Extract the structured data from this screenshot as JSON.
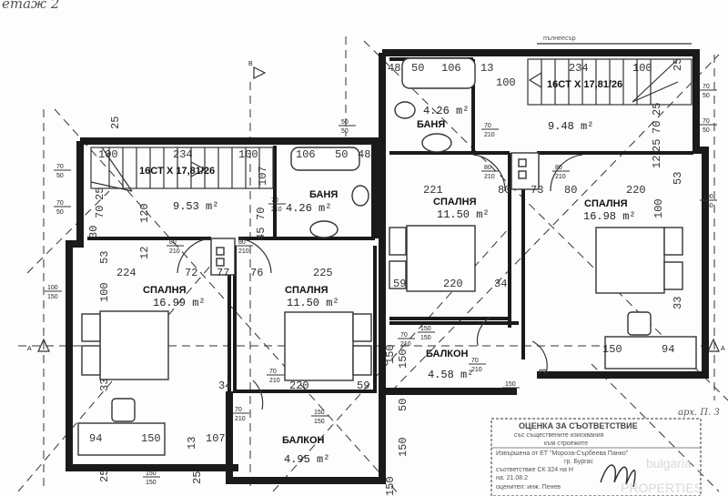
{
  "header": {
    "handwritten_title": "етаж 2",
    "top_note": "пълнеесър",
    "signature_note": "арх. П. З"
  },
  "section_marks": {
    "left": "A",
    "right": "A",
    "top": "B"
  },
  "left_unit": {
    "stair": {
      "label": "16CT X 17,81/26",
      "area": "9.53 m²"
    },
    "bath": {
      "label": "БАНЯ",
      "area": "4.26 m²"
    },
    "bedroom_large": {
      "label": "СПАЛНЯ",
      "area": "16.99 m²"
    },
    "bedroom_small": {
      "label": "СПАЛНЯ",
      "area": "11.50 m²"
    },
    "balcony": {
      "label": "БАЛКОН",
      "area": "4.95 m²"
    }
  },
  "right_unit": {
    "stair": {
      "label": "16CT X 17,81/26",
      "area": "9.48 m²"
    },
    "bath": {
      "label": "БАНЯ",
      "area": "4.26 m²"
    },
    "bedroom_small": {
      "label": "СПАЛНЯ",
      "area": "11.50 m²"
    },
    "bedroom_large": {
      "label": "СПАЛНЯ",
      "area": "16.98 m²"
    },
    "balcony": {
      "label": "БАЛКОН",
      "area": "4.58 m²"
    }
  },
  "dims": [
    "25",
    "100",
    "234",
    "100",
    "106",
    "50",
    "48",
    "107",
    "120",
    "12",
    "53",
    "30",
    "70",
    "25",
    "224",
    "72",
    "77",
    "76",
    "225",
    "100",
    "33",
    "94",
    "150",
    "13",
    "107",
    "34",
    "220",
    "59",
    "150",
    "50",
    "150",
    "25",
    "25",
    "45",
    "70",
    "48",
    "50",
    "106",
    "13",
    "100",
    "234",
    "100",
    "25",
    "25",
    "70",
    "25",
    "12",
    "53",
    "221",
    "80",
    "73",
    "80",
    "220",
    "100",
    "59",
    "220",
    "34",
    "150",
    "94",
    "33",
    "150",
    "150",
    "3"
  ],
  "openings": [
    {
      "top": "70",
      "bottom": "50"
    },
    {
      "top": "70",
      "bottom": "50"
    },
    {
      "top": "100",
      "bottom": "150"
    },
    {
      "top": "80",
      "bottom": "210"
    },
    {
      "top": "80",
      "bottom": "210"
    },
    {
      "top": "70",
      "bottom": "210"
    },
    {
      "top": "70",
      "bottom": "210"
    },
    {
      "top": "70",
      "bottom": "210"
    },
    {
      "top": "150",
      "bottom": "150"
    },
    {
      "top": "150",
      "bottom": "150"
    },
    {
      "top": "50",
      "bottom": "50"
    },
    {
      "top": "70",
      "bottom": "50"
    },
    {
      "top": "70",
      "bottom": "50"
    },
    {
      "top": "100",
      "bottom": "150"
    },
    {
      "top": "70",
      "bottom": "210"
    },
    {
      "top": "80",
      "bottom": "210"
    },
    {
      "top": "80",
      "bottom": "210"
    },
    {
      "top": "70",
      "bottom": "210"
    },
    {
      "top": "70",
      "bottom": "210"
    },
    {
      "top": "150",
      "bottom": "150"
    },
    {
      "top": "150",
      "bottom": "150"
    }
  ],
  "stamp": {
    "title": "ОЦЕНКА ЗА СЪОТВЕТСТВИЕ",
    "line1": "със съществените изисквания",
    "line2": "към строежите",
    "line3": "Извършена от ЕТ \"Мороза-Сърбеева Панко\"",
    "line4": "гр. Бургас",
    "line5": "съответствие СК 324 на Н",
    "line6": "на: 21.08.2",
    "line7": "оценител: инж. Пенев"
  },
  "watermark": {
    "text1": "bulgaria",
    "text2": "PROPERTIES"
  }
}
